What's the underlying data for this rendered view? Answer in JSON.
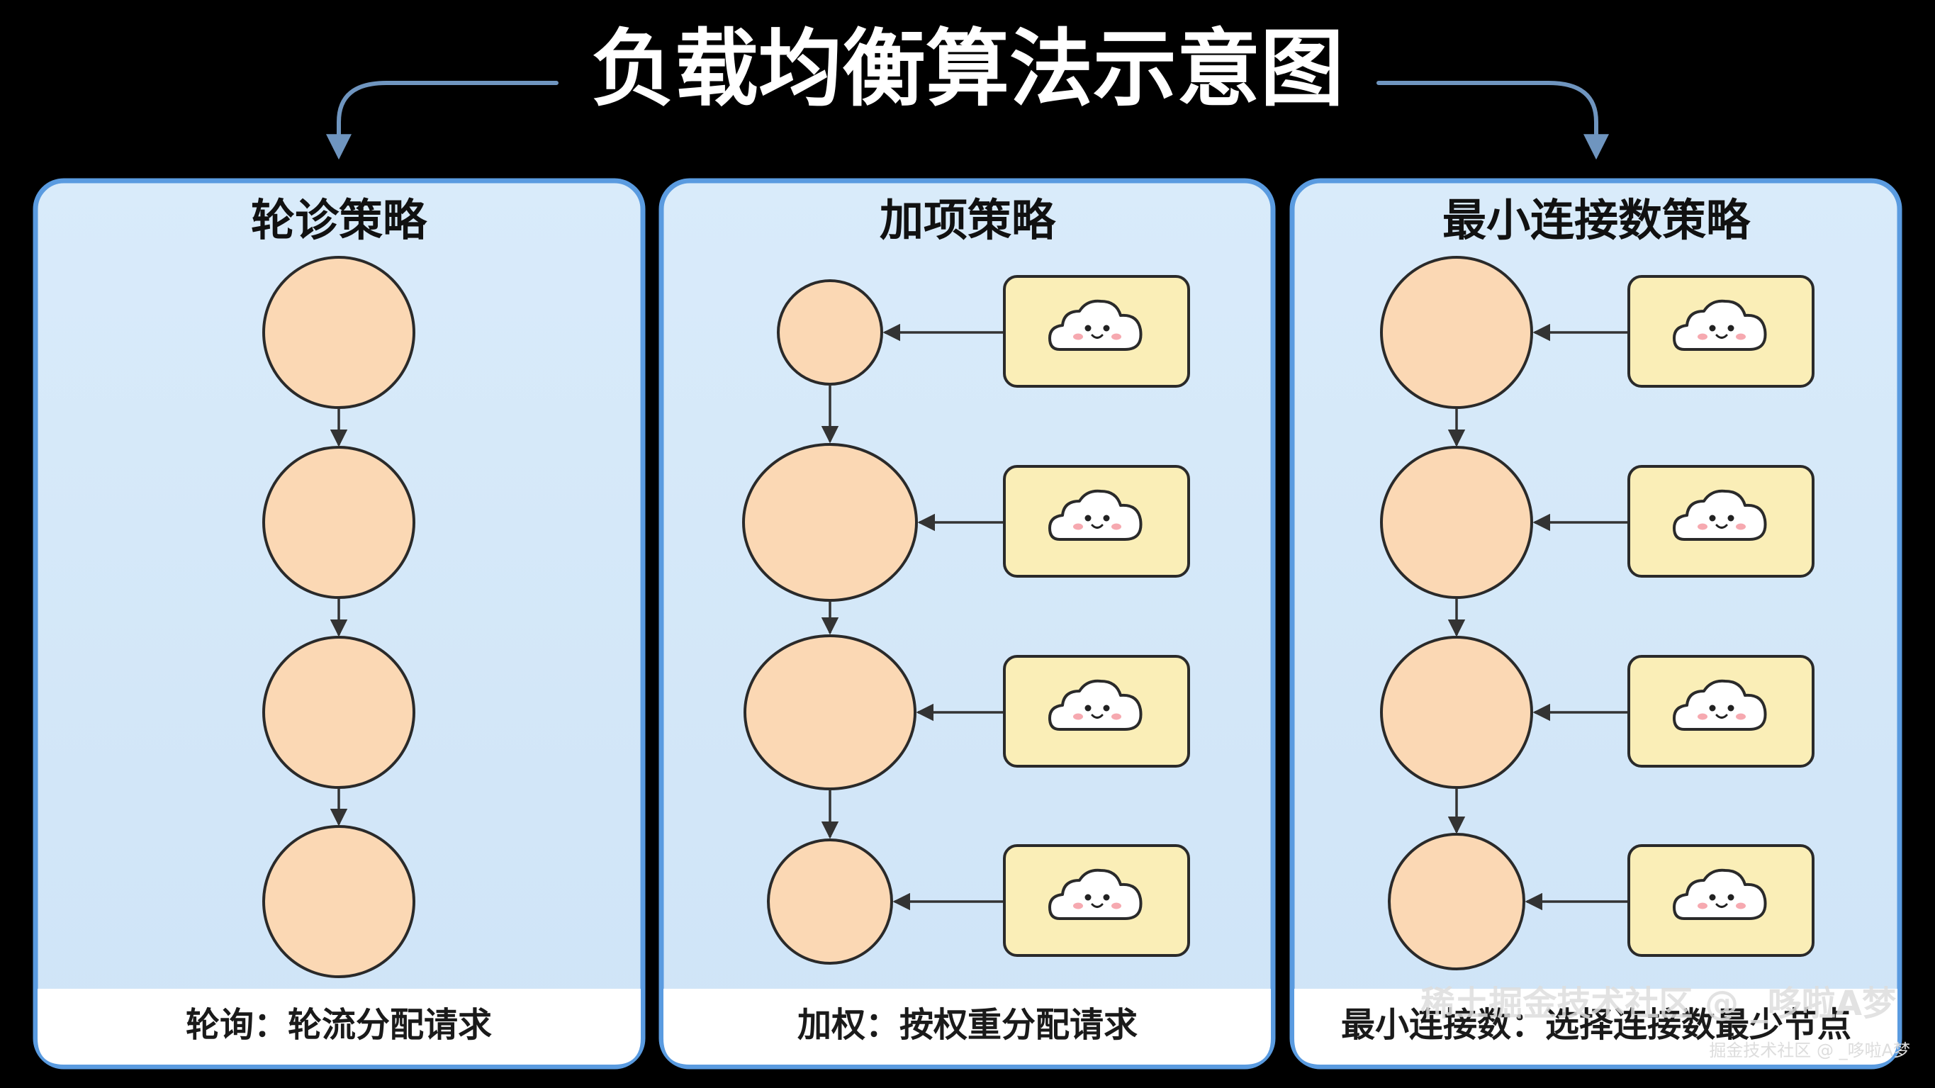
{
  "title": "负载均衡算法示意图",
  "panels": [
    {
      "title": "轮诊策略",
      "caption": "轮询：轮流分配请求"
    },
    {
      "title": "加项策略",
      "caption": "加权：按权重分配请求"
    },
    {
      "title": "最小连接数策略",
      "caption": "最小连接数：选择连接数最少节点"
    }
  ],
  "watermark": {
    "line1": "稀土掘金技术社区 @ _哆啦A梦",
    "line2": "掘金技术社区 @ _哆啦A梦"
  },
  "colors": {
    "background": "#000000",
    "panel_fill": "#d6e8f8",
    "panel_border": "#5a9be0",
    "node_fill": "#fbd8b4",
    "client_fill": "#faeeb7",
    "arrow_blue": "#6f95bf"
  },
  "icons": [
    "cloud-face-icon"
  ]
}
